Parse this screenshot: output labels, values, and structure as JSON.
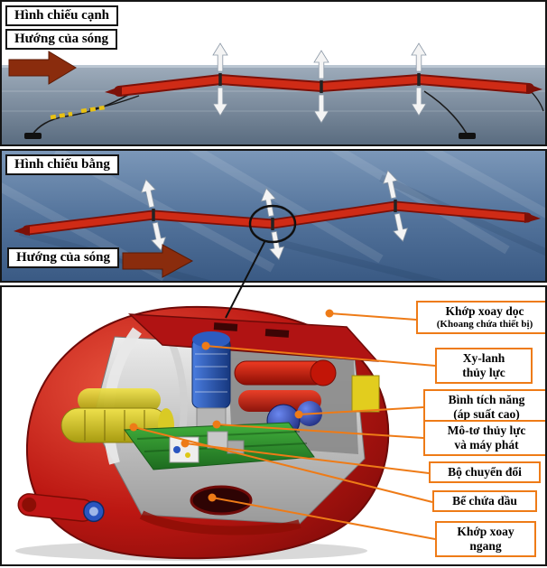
{
  "side_view": {
    "title": "Hình chiếu cạnh",
    "wave_direction": "Hướng của sóng"
  },
  "plan_view": {
    "title": "Hình chiếu bằng",
    "wave_direction": "Hướng của sóng"
  },
  "cutaway": {
    "labels": [
      {
        "lines": [
          "Khớp xoay dọc",
          "(Khoang chứa thiết bị)"
        ]
      },
      {
        "lines": [
          "Xy-lanh",
          "thủy lực"
        ]
      },
      {
        "lines": [
          "Bình tích năng",
          "(áp suất cao)"
        ]
      },
      {
        "lines": [
          "Mô-tơ thủy lực",
          "và máy phát"
        ]
      },
      {
        "lines": [
          "Bộ chuyển đổi"
        ]
      },
      {
        "lines": [
          "Bể chứa dầu"
        ]
      },
      {
        "lines": [
          "Khớp xoay",
          "ngang"
        ]
      }
    ]
  },
  "colors": {
    "device_red": "#cf2b16",
    "callout_orange": "#ee7b17",
    "wave_arrow_brown": "#8a2c0d",
    "water_blue": "#54749c",
    "float_yellow": "#e9c214"
  }
}
